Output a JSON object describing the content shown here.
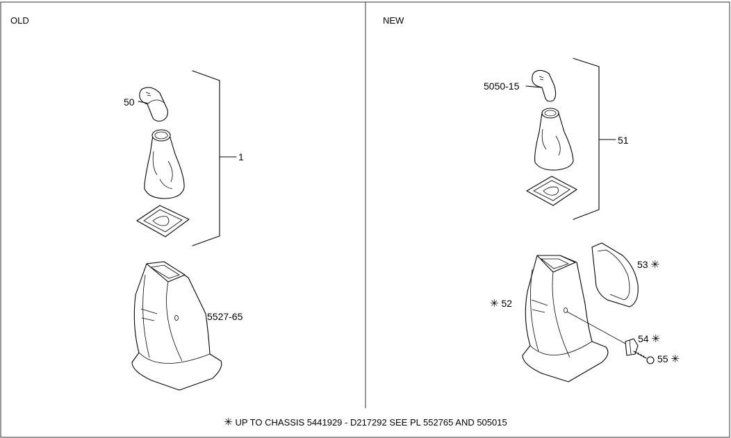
{
  "panels": {
    "old_title": "OLD",
    "new_title": "NEW"
  },
  "labels": {
    "old_knob": "50",
    "old_kit": "1",
    "old_housing": "5527-65",
    "new_knob": "5050-15",
    "new_kit": "51",
    "new_housing": "52",
    "new_cover": "53",
    "new_clip": "54",
    "new_screw": "55"
  },
  "footnote": {
    "symbol": "✳",
    "text": "UP TO CHASSIS 5441929 - D217292 SEE PL 552765 AND 505015"
  }
}
